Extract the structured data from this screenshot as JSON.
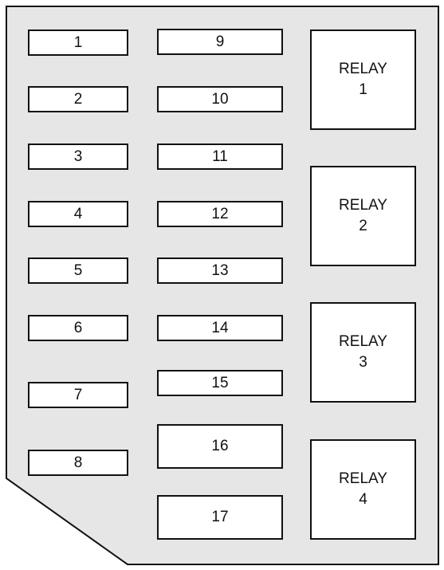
{
  "fuses": [
    {
      "label": "1"
    },
    {
      "label": "2"
    },
    {
      "label": "3"
    },
    {
      "label": "4"
    },
    {
      "label": "5"
    },
    {
      "label": "6"
    },
    {
      "label": "7"
    },
    {
      "label": "8"
    },
    {
      "label": "9"
    },
    {
      "label": "10"
    },
    {
      "label": "11"
    },
    {
      "label": "12"
    },
    {
      "label": "13"
    },
    {
      "label": "14"
    },
    {
      "label": "15"
    },
    {
      "label": "16"
    },
    {
      "label": "17"
    }
  ],
  "relays": [
    {
      "word": "RELAY",
      "number": "1"
    },
    {
      "word": "RELAY",
      "number": "2"
    },
    {
      "word": "RELAY",
      "number": "3"
    },
    {
      "word": "RELAY",
      "number": "4"
    }
  ],
  "colors": {
    "panel_fill": "#e6e6e6",
    "outline": "#111111",
    "slot_fill": "#ffffff"
  }
}
